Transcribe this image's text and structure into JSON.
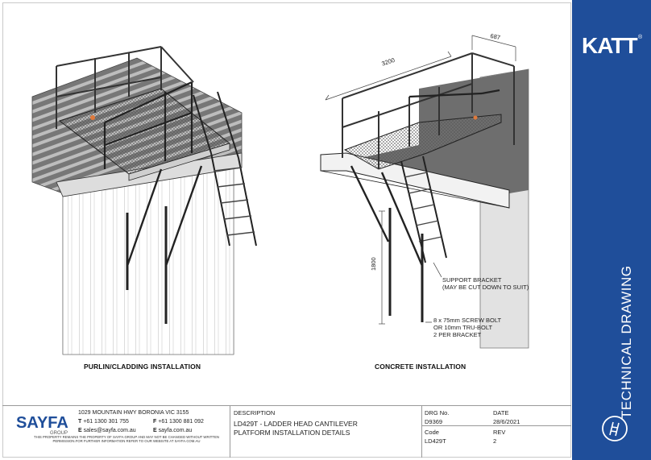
{
  "brand": {
    "name": "KATT",
    "registered": "®",
    "sidebar_title": "TECHNICAL DRAWING",
    "colors": {
      "sidebar": "#1f4e9a",
      "line": "#222222",
      "hatch": "#e07a3c"
    }
  },
  "drawing": {
    "left_caption": "PURLIN/CLADDING INSTALLATION",
    "right_caption": "CONCRETE INSTALLATION",
    "dimensions": {
      "width": "3200",
      "depth": "687",
      "height": "1800"
    },
    "annotations": {
      "support_bracket": [
        "SUPPORT BRACKET",
        "(MAY BE CUT DOWN TO SUIT)"
      ],
      "bolts": [
        "8 x 75mm SCREW BOLT",
        "OR 10mm TRU-BOLT",
        "2 PER BRACKET"
      ]
    }
  },
  "title_block": {
    "company_logo": "SAYFA",
    "company_sub": "GROUP",
    "address": "1029 MOUNTAIN HWY BORONIA VIC 3155",
    "phone_label": "T",
    "phone": "+61 1300 301 755",
    "fax_label": "F",
    "fax": "+61 1300 881 092",
    "email_label": "E",
    "email": "sales@sayfa.com.au",
    "web_label": "E",
    "web": "sayfa.com.au",
    "legal": "THIS PROPERTY REMAINS THE PROPERTY OF SAYFA GROUP AND MAY NOT BE CHANGED WITHOUT WRITTEN PERMISSION.FOR FURTHER INFORMATION REFER TO OUR WEBSITE AT sayfa.com.au",
    "description_label": "DESCRIPTION",
    "description": [
      "LD429T - LADDER HEAD CANTILEVER",
      "PLATFORM INSTALLATION DETAILS"
    ],
    "drg_no_label": "DRG No.",
    "drg_no": "D9369",
    "date_label": "DATE",
    "date": "28/6/2021",
    "code_label": "Code",
    "code": "LD429T",
    "rev_label": "REV",
    "rev": "2"
  }
}
